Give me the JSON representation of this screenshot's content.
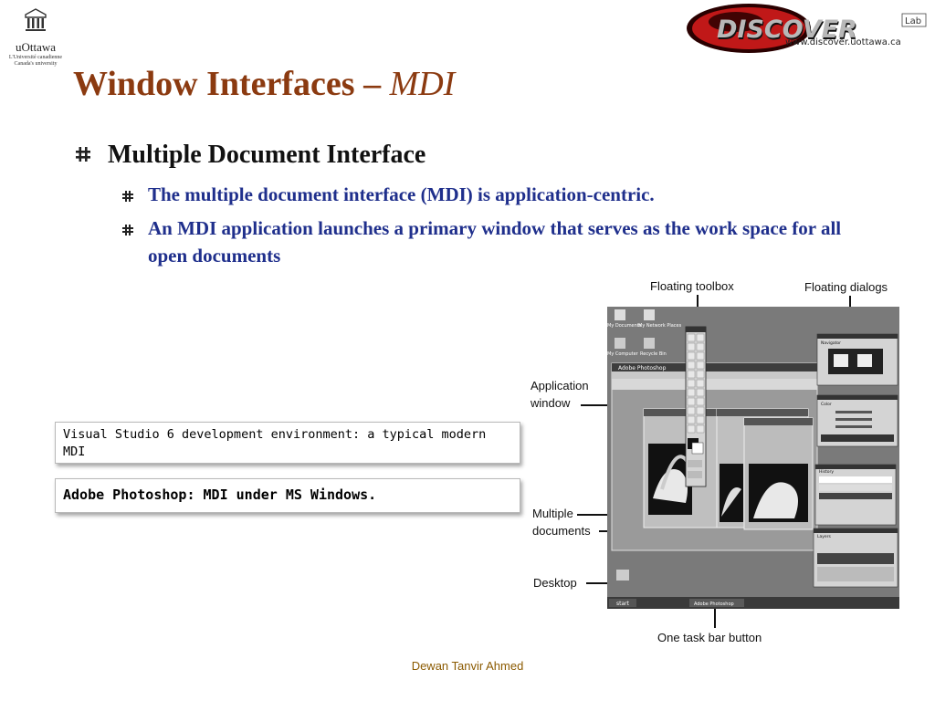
{
  "logo": {
    "name": "uOttawa",
    "sub1": "L'Université canadienne",
    "sub2": "Canada's university"
  },
  "discover": {
    "word": "DISCOVER",
    "lab": "Lab",
    "url": "www.discover.uottawa.ca"
  },
  "title": {
    "main": "Window Interfaces – ",
    "italic": "MDI"
  },
  "bullets": {
    "level1": "Multiple Document Interface",
    "level2": [
      "The multiple document interface (MDI) is application-centric.",
      "An MDI application launches a primary window that serves as the work space for all open documents"
    ]
  },
  "captions": {
    "vs": "Visual Studio 6 development environment: a typical modern MDI",
    "ps": "Adobe Photoshop: MDI under MS Windows."
  },
  "annotations": {
    "floating_toolbox": "Floating toolbox",
    "floating_dialogs": "Floating dialogs",
    "application_window_1": "Application",
    "application_window_2": "window",
    "multiple_documents_1": "Multiple",
    "multiple_documents_2": "documents",
    "desktop": "Desktop",
    "taskbar_button": "One task bar button"
  },
  "screenshot": {
    "app_title": "Adobe Photoshop",
    "taskbar_start": "start",
    "taskbar_item": "Adobe Photoshop",
    "desktop_icons": [
      "My Documents",
      "My Network Places",
      "My Computer",
      "Recycle Bin"
    ],
    "panel_navigator": "Navigator",
    "panel_color": "Color",
    "panel_history": "History",
    "panel_layers": "Layers"
  },
  "footer": "Dewan Tanvir Ahmed"
}
